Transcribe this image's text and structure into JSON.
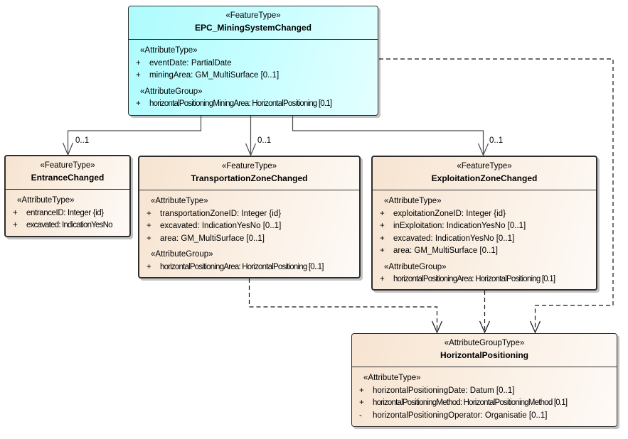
{
  "colors": {
    "epc_fill": "#b4fdfe",
    "feature_fill": "#f8e6d4",
    "border": "#2d2d2d",
    "solid_connector": "#4a4a4a",
    "dashed_connector": "#161616"
  },
  "boxes": {
    "epc": {
      "stereotype": "«FeatureType»",
      "name": "EPC_MiningSystemChanged",
      "rows": [
        {
          "text": "«AttributeType»"
        },
        {
          "vis": "+",
          "text": "eventDate: PartialDate"
        },
        {
          "vis": "+",
          "text": "miningArea: GM_MultiSurface [0..1]"
        },
        {
          "text": "«AttributeGroup»"
        },
        {
          "vis": "+",
          "text": "horizontalPositioningMiningArea: HorizontalPositioning [0.1]"
        }
      ]
    },
    "entrance": {
      "stereotype": "«FeatureType»",
      "name": "EntranceChanged",
      "rows": [
        {
          "text": "«AttributeType»"
        },
        {
          "vis": "+",
          "text": "entranceID: Integer {id}"
        },
        {
          "vis": "+",
          "text": "excavated: IndicationYesNo"
        }
      ]
    },
    "transportation": {
      "stereotype": "«FeatureType»",
      "name": "TransportationZoneChanged",
      "rows": [
        {
          "text": "«AttributeType»"
        },
        {
          "vis": "+",
          "text": "transportationZoneID: Integer {id}"
        },
        {
          "vis": "+",
          "text": "excavated: IndicationYesNo [0..1]"
        },
        {
          "vis": "+",
          "text": "area: GM_MultiSurface [0..1]"
        },
        {
          "text": "«AttributeGroup»"
        },
        {
          "vis": "+",
          "text": "horizontalPositioningArea: HorizontalPositioning [0..1]"
        }
      ]
    },
    "exploitation": {
      "stereotype": "«FeatureType»",
      "name": "ExploitationZoneChanged",
      "rows": [
        {
          "text": "«AttributeType»"
        },
        {
          "vis": "+",
          "text": "exploitationZoneID: Integer {id}"
        },
        {
          "vis": "+",
          "text": "inExploitation: IndicationYesNo [0..1]"
        },
        {
          "vis": "+",
          "text": "excavated: IndicationYesNo [0..1]"
        },
        {
          "vis": "+",
          "text": "area: GM_MultiSurface [0..1]"
        },
        {
          "text": "«AttributeGroup»"
        },
        {
          "vis": "+",
          "text": "horizontalPositioningArea: HorizontalPositioning [0.1]"
        }
      ]
    },
    "horizontal": {
      "stereotype": "«AttributeGroupType»",
      "name": "HorizontalPositioning",
      "rows": [
        {
          "text": "«AttributeType»"
        },
        {
          "vis": "+",
          "text": "horizontalPositioningDate: Datum [0..1]"
        },
        {
          "vis": "+",
          "text": "horizontalPositioningMethod: HorizontalPositioningMethod [0.1]"
        },
        {
          "vis": "-",
          "text": "horizontalPositioningOperator: Organisatie [0..1]"
        }
      ]
    }
  },
  "connectors": [
    {
      "type": "association",
      "from": "EPC_MiningSystemChanged",
      "to": "EntranceChanged",
      "label": "0..1"
    },
    {
      "type": "association",
      "from": "EPC_MiningSystemChanged",
      "to": "TransportationZoneChanged",
      "label": "0..1"
    },
    {
      "type": "association",
      "from": "EPC_MiningSystemChanged",
      "to": "ExploitationZoneChanged",
      "label": "0..1"
    },
    {
      "type": "dependency",
      "from": "EPC_MiningSystemChanged",
      "to": "HorizontalPositioning"
    },
    {
      "type": "dependency",
      "from": "TransportationZoneChanged",
      "to": "HorizontalPositioning"
    },
    {
      "type": "dependency",
      "from": "ExploitationZoneChanged",
      "to": "HorizontalPositioning"
    }
  ]
}
